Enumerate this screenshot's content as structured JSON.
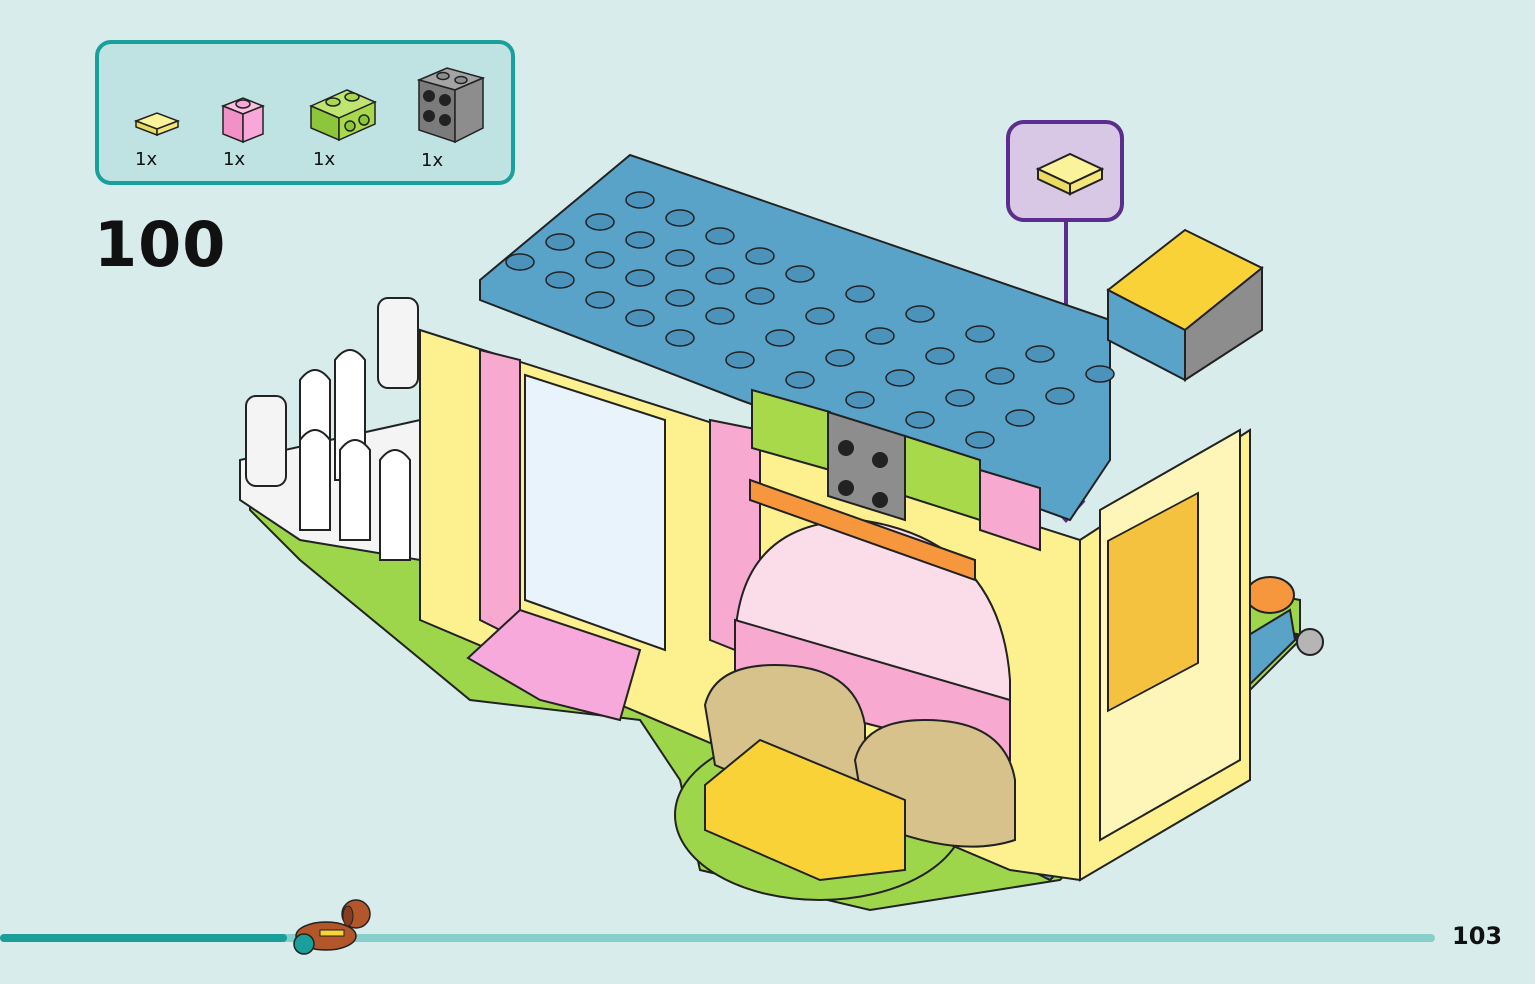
{
  "parts": [
    {
      "name": "yellow-tile-1x1",
      "qty": "1x",
      "color": "#fbf39a"
    },
    {
      "name": "pink-brick-1x1",
      "qty": "1x",
      "color": "#f7a8d8"
    },
    {
      "name": "lime-brick-1x2",
      "qty": "1x",
      "color": "#a7d94a"
    },
    {
      "name": "gray-brick-2x2",
      "qty": "1x",
      "color": "#8d8d8d"
    }
  ],
  "step": {
    "number": "100"
  },
  "callout": {
    "part": "yellow-tile-1x1",
    "color": "#fbf39a"
  },
  "progress": {
    "fraction": 0.2
  },
  "page": {
    "number": "103"
  },
  "colors": {
    "background": "#d8ecec",
    "accent": "#1a9e9a",
    "roof": "#5aa3c8",
    "wall_yellow": "#fdf08f",
    "wall_pink": "#f7a9cf",
    "base_green": "#9ed64b",
    "callout_border": "#5b2d8e"
  }
}
